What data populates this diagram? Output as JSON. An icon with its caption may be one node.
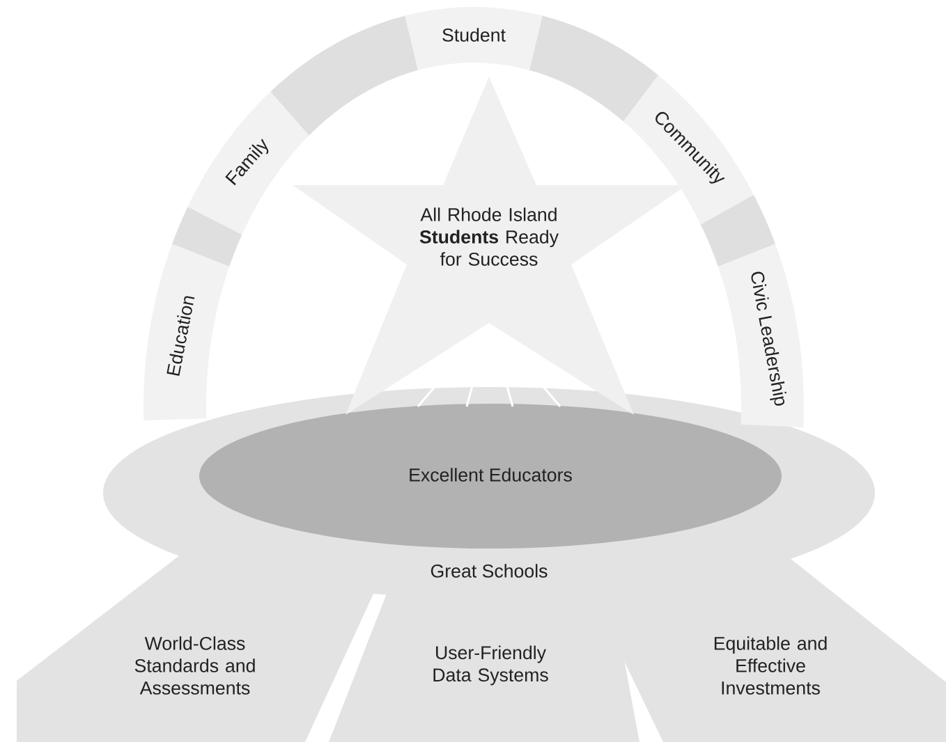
{
  "diagram": {
    "nodes": [
      {
        "text": [
          "All Rhode Island **Students** Ready for Success"
        ]
      },
      {
        "text": [
          "Education"
        ]
      },
      {
        "text": [
          "Family"
        ]
      },
      {
        "text": [
          "Student"
        ]
      },
      {
        "text": [
          "Community"
        ]
      },
      {
        "text": [
          "Civic Leadership"
        ]
      },
      {
        "text": [
          "Great Schools"
        ]
      },
      {
        "text": [
          "Excellent Educators"
        ],
        "in": 6
      },
      {
        "text": [
          "World-Class Standards and Assessments"
        ]
      },
      {
        "text": [
          "User-Friendly Data Systems"
        ]
      },
      {
        "text": [
          "Equitable and Effective Investments"
        ]
      },
      {
        "text": [],
        "shape": "band"
      },
      {
        "text": [],
        "shape": "band"
      },
      {
        "text": [],
        "shape": "band"
      },
      {
        "text": [],
        "shape": "band"
      }
    ]
  }
}
